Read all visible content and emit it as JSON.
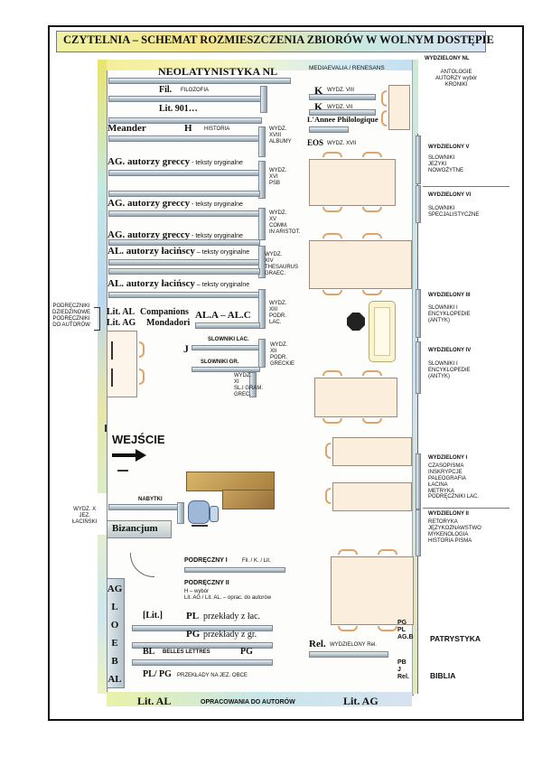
{
  "title": "CZYTELNIA – SCHEMAT ROZMIESZCZENIA ZBIORÓW W WOLNYM DOSTĘPIE",
  "top": {
    "neo": "NEOLATYNISTYKA  NL",
    "med": "MEDIAEVALIA / RENESANS"
  },
  "left_col": {
    "fil": "Fil.",
    "fil_sm": "FILOZOFIA",
    "lit901": "Lit. 901…",
    "meander": "Meander",
    "h": "H",
    "historia": "HISTORIA",
    "ag1": "AG. autorzy greccy",
    "ag1_sm": " - teksty oryginalne",
    "ag2": "AG. autorzy greccy",
    "ag2_sm": " - teksty oryginalne",
    "ag3": "AG. autorzy greccy",
    "ag3_sm": " - teksty oryginalne",
    "al1": "AL. autorzy łacińscy",
    "al1_sm": " – teksty oryginalne",
    "al2": "AL. autorzy łacińscy",
    "al2_sm": " – teksty oryginalne",
    "lital": "Lit. AL",
    "companions": "Companions",
    "litag": "Lit. AG",
    "mondadori": "Mondadori",
    "alac": "AL.A – AL.C",
    "j": "J",
    "slow_lac": "SLOWNIKI LAC.",
    "slow_gr": "SLOWNIKI GR."
  },
  "wydz_mid": {
    "w18": "WYDZ.\nXVIII\nALBUMY",
    "w16": "WYDZ.\nXVI\nPSB",
    "w15": "WYDZ.\nXV\nCOMM.\nIN ARISTOT.",
    "w14": "WYDZ.\nXIV\nTHESAURUS\nGRAEC.",
    "w13": "WYDZ.\nXIII\nPODR.\nLAC.",
    "w12": "WYDZ.\nXII\nPODR.\nGRECKIE",
    "w11": "WYDZ.\nXI\nSL.I GRAM.\nGREC."
  },
  "center": {
    "k1": "K",
    "k1_sm": "WYDZ. VIII",
    "k2": "K",
    "k2_sm": "WYDZ. VII",
    "annee": "L'Annee Philologique",
    "eos": "EOS",
    "eos_sm": "WYDZ. XVII"
  },
  "right_col": {
    "nl_head": "WYDZIELONY NL",
    "nl_body": "ANTOLOGIE\nAUTORZY wybór\nKRONIKI",
    "v_head": "WYDZIELONY V",
    "v_body": "SLOWNIKI\nJEZYKI\nNOWOŻYTNE",
    "vi_head": "WYDZIELONY VI",
    "vi_body": "SLOWNIKI\nSPECJALISTYCZNE",
    "iii_head": "WYDZIELONY III",
    "iii_body": "SLOWNIKI I\nENCYKLOPEDIE\n(ANTYK)",
    "iv_head": "WYDZIELONY IV",
    "iv_body": "SLOWNIKI I\nENCYKLOPEDIE\n(ANTYK)",
    "i_head": "WYDZIELONY I",
    "i_body": "CZASOPISMA\nINSKRYPCJE\nPALEOGRAFIA\nŁACINA\nMETRYKA\nPODRĘCZNIKI LAC.",
    "ii_head": "WYDZIELONY II",
    "ii_body": "RETORYKA\nJĘZYKOZNAWSTWO\nMYKENOLOGIA\nHISTORIA PISMA",
    "patr": "PATRYSTYKA",
    "biblia": "BIBLIA"
  },
  "outside_left": {
    "podr": "PODRĘCZNIKI\nDZIEDZINOWE\nPODRĘCZNIKI\nDO AUTORÓW",
    "wydzx": "WYDZ. X\nJEZ.\nŁACIŃSKI"
  },
  "entrance": "WEJŚCIE",
  "lower": {
    "nabytki": "NABYTKI",
    "bizancjum": "Bizancjum",
    "p1": "PODRĘCZNY I",
    "p1_sm": "Fil. / K. / Lit.",
    "p2": "PODRĘCZNY II",
    "p2_sm": "H – wybór\nLit. AG / Lit. AL. – oprac. do autorów",
    "lit": "[Lit.]",
    "pl": "PL",
    "pl_sm": "przekłady z łac.",
    "pg": "PG",
    "pg_sm": "przekłady z gr.",
    "bl": "BL",
    "bl_sm": "BELLES LETTRES",
    "pg2": "PG",
    "plpg": "PL/ PG",
    "plpg_sm": "PRZEKŁADY NA JEZ. OBCE",
    "rel": "Rel.",
    "rel_sm": "WYDZIELONY Rel.",
    "stack": "PG\nPL\nAG.B",
    "stack2": "PB\nJ\nRel.",
    "side_letters": [
      "AG",
      "L",
      "O",
      "E",
      "B",
      "AL"
    ]
  },
  "bottom": {
    "lital": "Lit. AL",
    "opr": "OPRACOWANIA DO AUTORÓW",
    "litag": "Lit. AG"
  }
}
